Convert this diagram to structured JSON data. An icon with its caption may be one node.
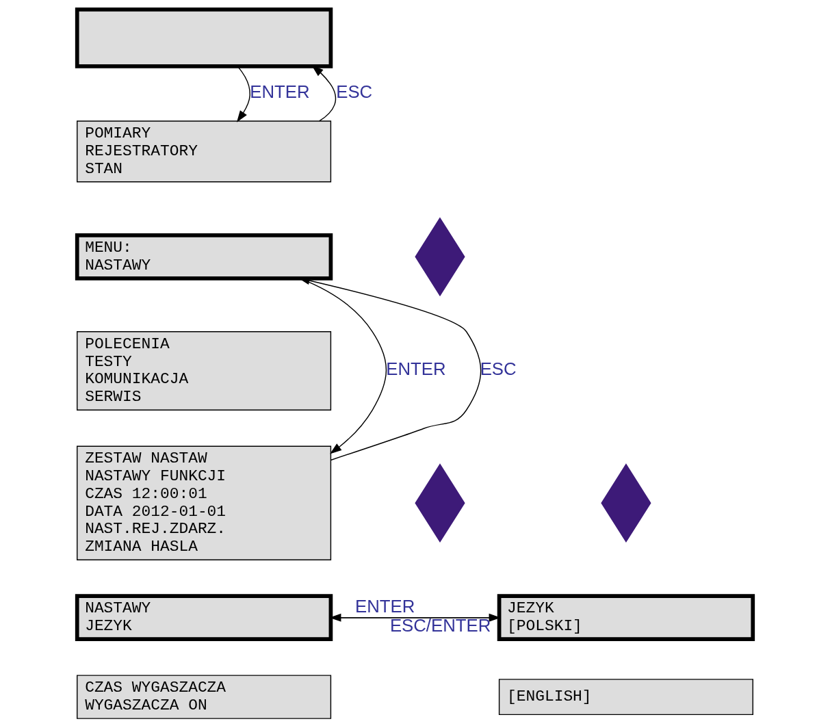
{
  "diagram": {
    "nodes": [
      {
        "text": [],
        "shape": "box"
      },
      {
        "text": [
          "POMIARY",
          "REJESTRATORY",
          "STAN"
        ]
      },
      {
        "text": [
          "MENU:",
          "NASTAWY"
        ]
      },
      {
        "text": [
          "POLECENIA",
          "TESTY",
          "KOMUNIKACJA",
          "SERWIS"
        ]
      },
      {
        "text": [
          "ZESTAW NASTAW",
          "NASTAWY FUNKCJI",
          "CZAS 12:00:01",
          "DATA 2012-01-01",
          "NAST.REJ.ZDARZ.",
          "ZMIANA HASLA"
        ]
      },
      {
        "text": [
          "NASTAWY",
          "JEZYK"
        ]
      },
      {
        "text": [
          "CZAS WYGASZACZA",
          "WYGASZACZA ON"
        ]
      },
      {
        "text": [
          "JEZYK",
          "[POLSKI]"
        ]
      },
      {
        "text": [
          "[ENGLISH]"
        ]
      },
      {
        "text": [],
        "shape": "chevrons"
      },
      {
        "text": [],
        "shape": "chevrons"
      },
      {
        "text": [],
        "shape": "chevrons"
      }
    ],
    "edges": [
      {
        "from": 0,
        "to": 1,
        "arrow": "to",
        "label": "ENTER"
      },
      {
        "from": 1,
        "to": 0,
        "arrow": "to",
        "label": "ESC"
      },
      {
        "from": 2,
        "to": 4,
        "arrow": "to",
        "label": "ENTER"
      },
      {
        "from": 4,
        "to": 2,
        "arrow": "to",
        "label": "ESC"
      },
      {
        "from": 5,
        "to": 7,
        "arrow": "to",
        "label": "ENTER"
      },
      {
        "from": 7,
        "to": 5,
        "arrow": "to",
        "label": "ESC/ENTER"
      }
    ]
  }
}
